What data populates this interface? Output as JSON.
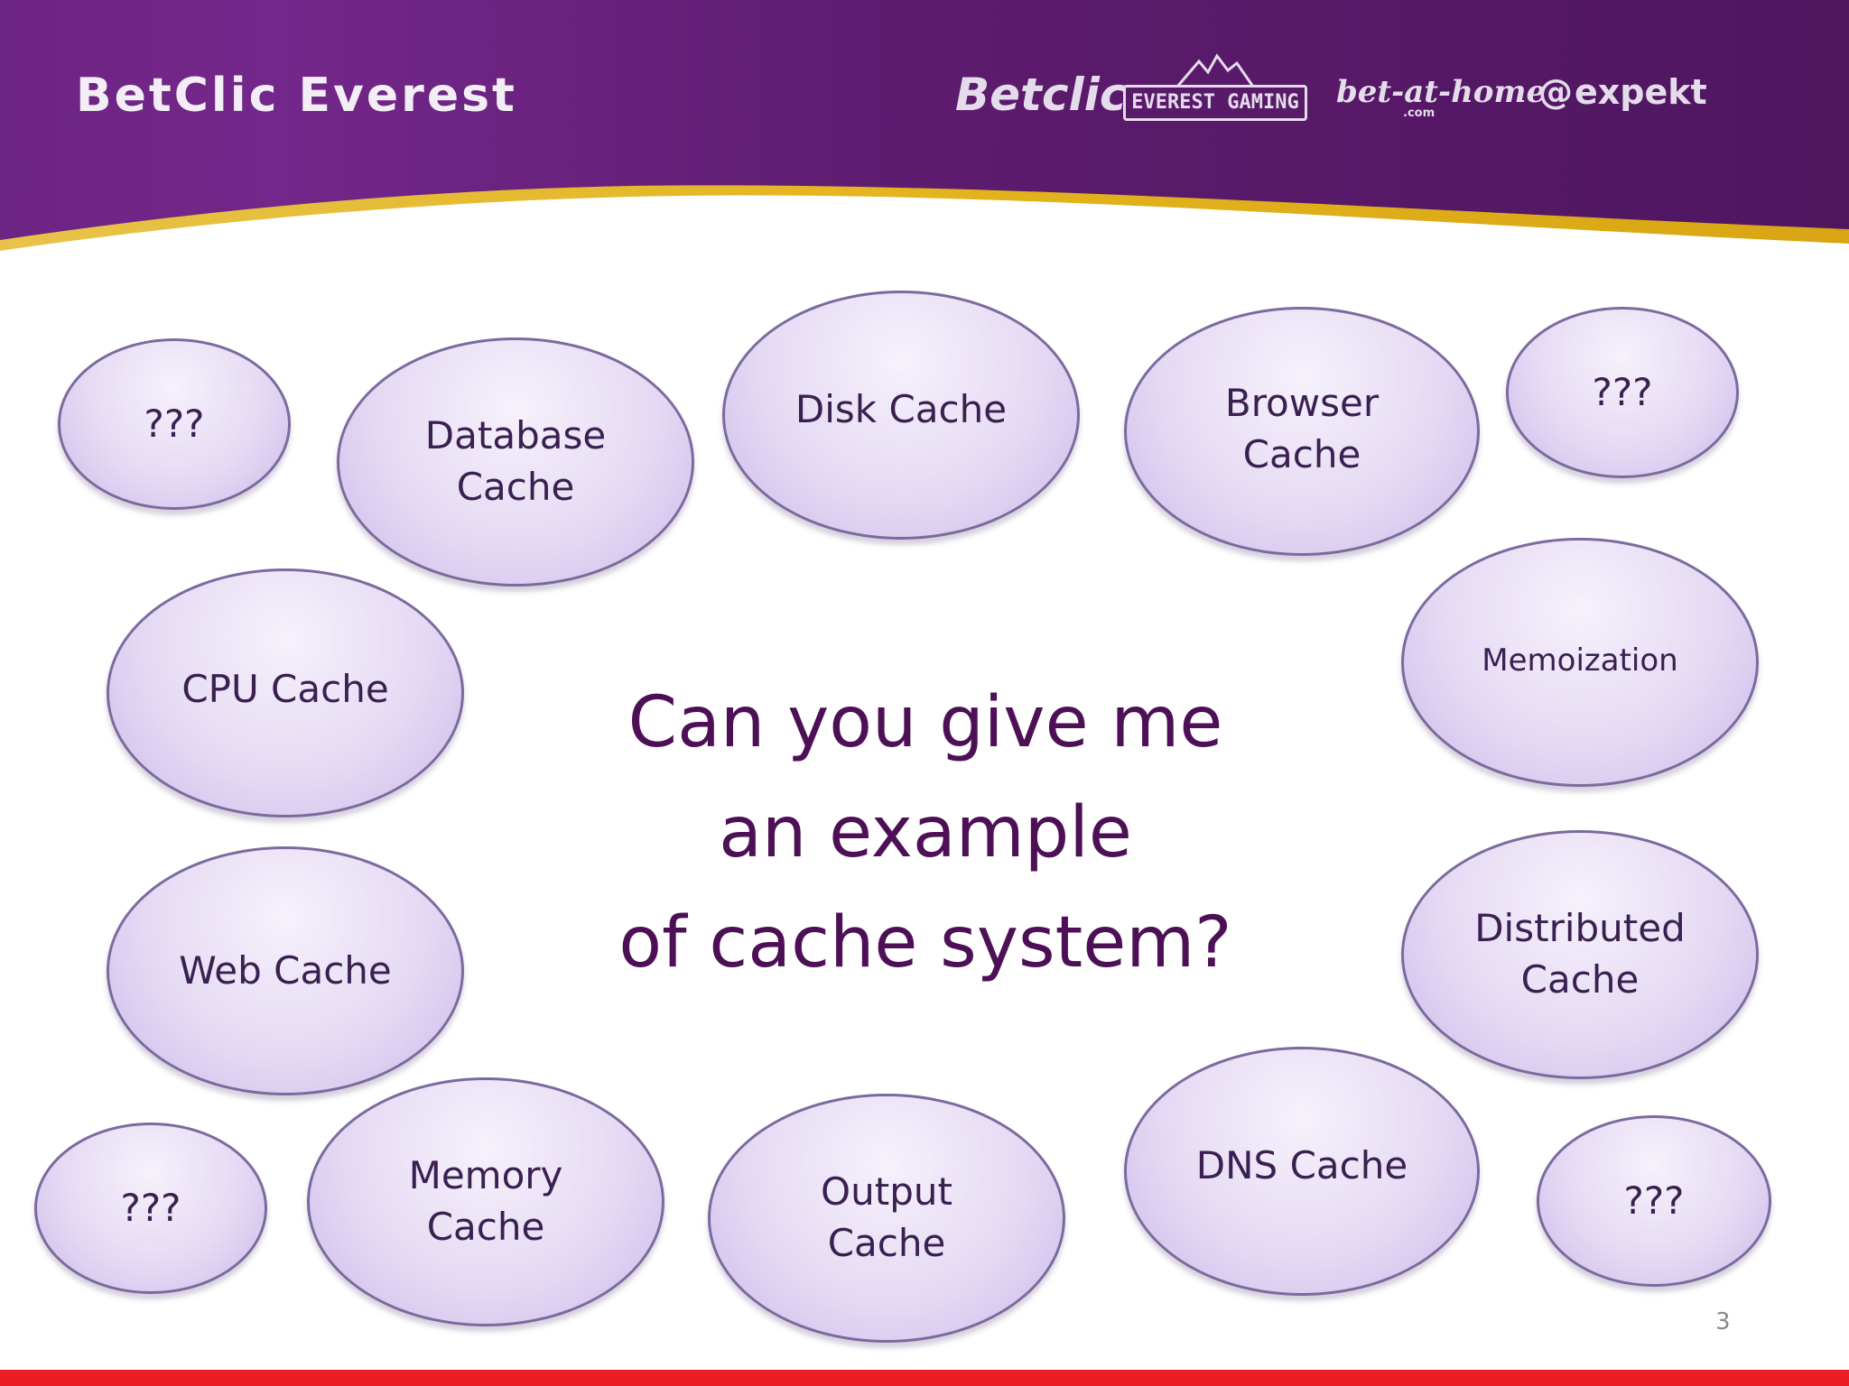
{
  "header": {
    "company_name": "BetClic Everest",
    "logos": {
      "betclic": "Betclic",
      "everest": "EVEREST GAMING",
      "bet_at_home": "bet-at-home",
      "bet_at_home_sub": ".com",
      "expekt": "expekt"
    },
    "colors": {
      "banner_purple": "#5e1e70",
      "banner_gold": "#e0b31c"
    }
  },
  "diagram": {
    "central_question": "Can you give me\nan example\nof cache system?",
    "bubbles": [
      {
        "id": "unknown-top-left",
        "label": "???"
      },
      {
        "id": "database-cache",
        "label": "Database\nCache"
      },
      {
        "id": "disk-cache",
        "label": "Disk Cache"
      },
      {
        "id": "browser-cache",
        "label": "Browser\nCache"
      },
      {
        "id": "unknown-top-right",
        "label": "???"
      },
      {
        "id": "cpu-cache",
        "label": "CPU Cache"
      },
      {
        "id": "memoization",
        "label": "Memoization"
      },
      {
        "id": "web-cache",
        "label": "Web Cache"
      },
      {
        "id": "distributed-cache",
        "label": "Distributed\nCache"
      },
      {
        "id": "unknown-bottom-left",
        "label": "???"
      },
      {
        "id": "memory-cache",
        "label": "Memory\nCache"
      },
      {
        "id": "output-cache",
        "label": "Output\nCache"
      },
      {
        "id": "dns-cache",
        "label": "DNS Cache"
      },
      {
        "id": "unknown-bottom-right",
        "label": "???"
      }
    ],
    "colors": {
      "bubble_border": "#7c6a9e",
      "text": "#3a2050",
      "question": "#4d0f55"
    }
  },
  "footer": {
    "page_number": "3",
    "bar_color": "#ee1c23"
  }
}
